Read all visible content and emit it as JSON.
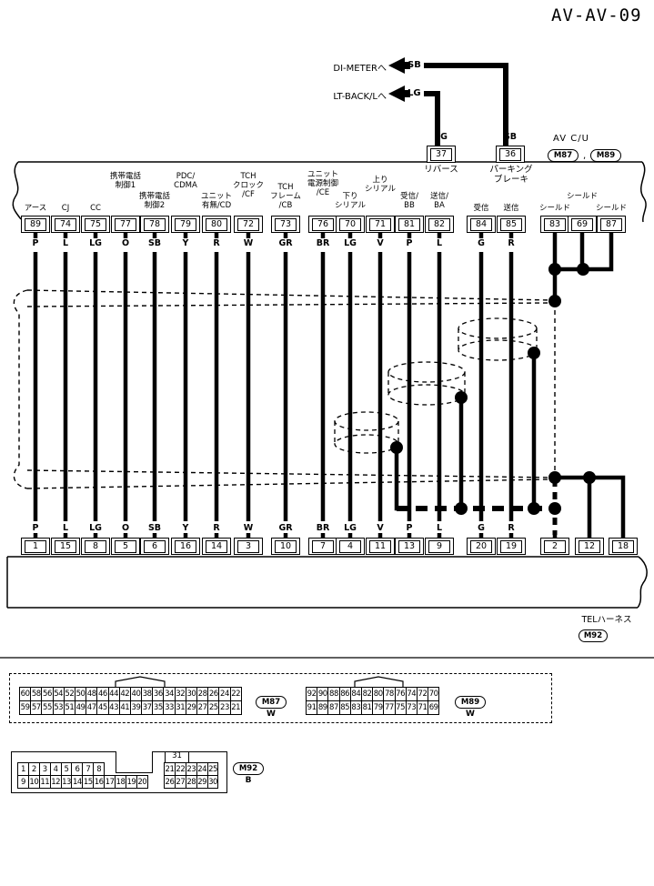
{
  "title": "AV-AV-09",
  "arrows": [
    {
      "label": "DI-METERへ",
      "color": "SB"
    },
    {
      "label": "LT-BACK/Lへ",
      "color": "LG"
    }
  ],
  "unit_top": {
    "name": "AV C/U",
    "connector_refs": [
      "M87",
      "M89"
    ],
    "refs_separator": ",",
    "inputs": [
      {
        "pin": "37",
        "color": "LG",
        "label": "リバース"
      },
      {
        "pin": "36",
        "color": "SB",
        "label": "パーキング\nブレーキ"
      }
    ]
  },
  "wires": [
    {
      "top_pin": "89",
      "label_lines": [
        "アース"
      ],
      "color": "P",
      "bottom_pin": "1"
    },
    {
      "top_pin": "74",
      "label_lines": [
        "CJ"
      ],
      "color": "L",
      "bottom_pin": "15"
    },
    {
      "top_pin": "75",
      "label_lines": [
        "CC"
      ],
      "color": "LG",
      "bottom_pin": "8"
    },
    {
      "top_pin": "77",
      "label_lines": [
        "携帯電話",
        "制御1"
      ],
      "color": "O",
      "bottom_pin": "5"
    },
    {
      "top_pin": "78",
      "label_lines": [
        "携帯電話",
        "制御2"
      ],
      "color": "SB",
      "bottom_pin": "6"
    },
    {
      "top_pin": "79",
      "label_lines": [
        "PDC/",
        "CDMA"
      ],
      "color": "Y",
      "bottom_pin": "16"
    },
    {
      "top_pin": "80",
      "label_lines": [
        "ユニット",
        "有無/CD"
      ],
      "color": "R",
      "bottom_pin": "14"
    },
    {
      "top_pin": "72",
      "label_lines": [
        "TCH",
        "クロック",
        "/CF"
      ],
      "color": "W",
      "bottom_pin": "3"
    },
    {
      "top_pin": "73",
      "label_lines": [
        "TCH",
        "フレーム",
        "/CB"
      ],
      "color": "GR",
      "bottom_pin": "10"
    },
    {
      "top_pin": "76",
      "label_lines": [
        "ユニット",
        "電源制御",
        "/CE"
      ],
      "color": "BR",
      "bottom_pin": "7"
    },
    {
      "top_pin": "70",
      "label_lines": [
        "下り",
        "シリアル"
      ],
      "color": "LG",
      "bottom_pin": "4"
    },
    {
      "top_pin": "71",
      "label_lines": [
        "上り",
        "シリアル"
      ],
      "color": "V",
      "bottom_pin": "11"
    },
    {
      "top_pin": "81",
      "label_lines": [
        "受信/",
        "BB"
      ],
      "color": "P",
      "bottom_pin": "13"
    },
    {
      "top_pin": "82",
      "label_lines": [
        "送信/",
        "BA"
      ],
      "color": "L",
      "bottom_pin": "9"
    },
    {
      "top_pin": "84",
      "label_lines": [
        "受信"
      ],
      "color": "G",
      "bottom_pin": "20"
    },
    {
      "top_pin": "85",
      "label_lines": [
        "送信"
      ],
      "color": "R",
      "bottom_pin": "19"
    },
    {
      "top_pin": "83",
      "label_lines": [
        "シールド"
      ],
      "color": "",
      "bottom_pin": "2"
    },
    {
      "top_pin": "69",
      "label_lines": [
        "シールド"
      ],
      "color": "",
      "bottom_pin": "12"
    },
    {
      "top_pin": "87",
      "label_lines": [
        "シールド"
      ],
      "color": "",
      "bottom_pin": "18"
    }
  ],
  "unit_bottom": {
    "name": "TELハーネス",
    "connector_ref": "M92"
  },
  "connector_views": [
    {
      "id": "M87",
      "color": "W",
      "rows": [
        [
          "60",
          "58",
          "56",
          "54",
          "52",
          "50",
          "48",
          "46",
          "44",
          "42",
          "40",
          "38",
          "36",
          "34",
          "32",
          "30",
          "28",
          "26",
          "24",
          "22"
        ],
        [
          "59",
          "57",
          "55",
          "53",
          "51",
          "49",
          "47",
          "45",
          "43",
          "41",
          "39",
          "37",
          "35",
          "33",
          "31",
          "29",
          "27",
          "25",
          "23",
          "21"
        ]
      ]
    },
    {
      "id": "M89",
      "color": "W",
      "rows": [
        [
          "92",
          "90",
          "88",
          "86",
          "84",
          "82",
          "80",
          "78",
          "76",
          "74",
          "72",
          "70"
        ],
        [
          "91",
          "89",
          "87",
          "85",
          "83",
          "81",
          "79",
          "77",
          "75",
          "73",
          "71",
          "69"
        ]
      ]
    },
    {
      "id": "M92",
      "color": "B",
      "top_left": [
        "1",
        "2",
        "3",
        "4",
        "5",
        "6",
        "7",
        "8"
      ],
      "top_extra": "31",
      "top_right": [
        "21",
        "22",
        "23",
        "24",
        "25"
      ],
      "bottom_left": [
        "9",
        "10",
        "11",
        "12",
        "13",
        "14",
        "15",
        "16",
        "17",
        "18",
        "19",
        "20"
      ],
      "bottom_right": [
        "26",
        "27",
        "28",
        "29",
        "30"
      ]
    }
  ]
}
